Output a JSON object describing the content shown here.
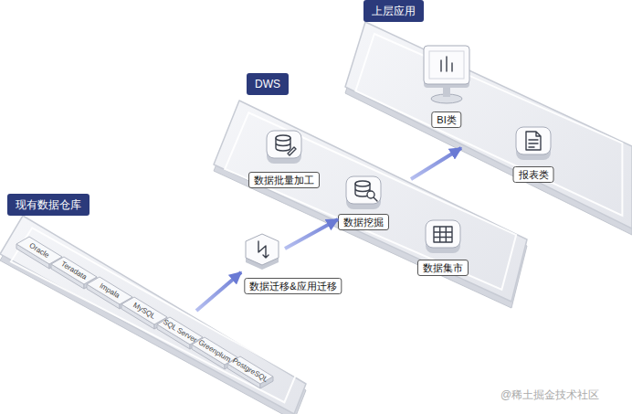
{
  "diagram": {
    "nodes": [
      {
        "text": [
          "现有数据仓库"
        ]
      },
      {
        "text": [
          "Oracle"
        ],
        "in": 0
      },
      {
        "text": [
          "Teradata"
        ],
        "in": 0
      },
      {
        "text": [
          "Impala"
        ],
        "in": 0
      },
      {
        "text": [
          "MySQL"
        ],
        "in": 0
      },
      {
        "text": [
          "SQL Server"
        ],
        "in": 0
      },
      {
        "text": [
          "Greenplum"
        ],
        "in": 0
      },
      {
        "text": [
          "PostgreSQL"
        ],
        "in": 0
      },
      {
        "text": [
          "数据迁移&应用迁移"
        ]
      },
      {
        "text": [
          "DWS"
        ]
      },
      {
        "text": [
          "数据批量加工"
        ],
        "in": 9
      },
      {
        "text": [
          "数据挖掘"
        ],
        "in": 9
      },
      {
        "text": [
          "数据集市"
        ],
        "in": 9
      },
      {
        "text": [
          "上层应用"
        ]
      },
      {
        "text": [
          "BI类"
        ],
        "in": 13
      },
      {
        "text": [
          "报表类"
        ],
        "in": 13
      }
    ],
    "edges": [
      {
        "from": 0,
        "to": 8,
        "arrow": "to"
      },
      {
        "from": 8,
        "to": 9,
        "arrow": "to"
      },
      {
        "from": 9,
        "to": 13,
        "arrow": "to"
      }
    ],
    "labels": [
      "@稀土掘金技术社区"
    ]
  }
}
